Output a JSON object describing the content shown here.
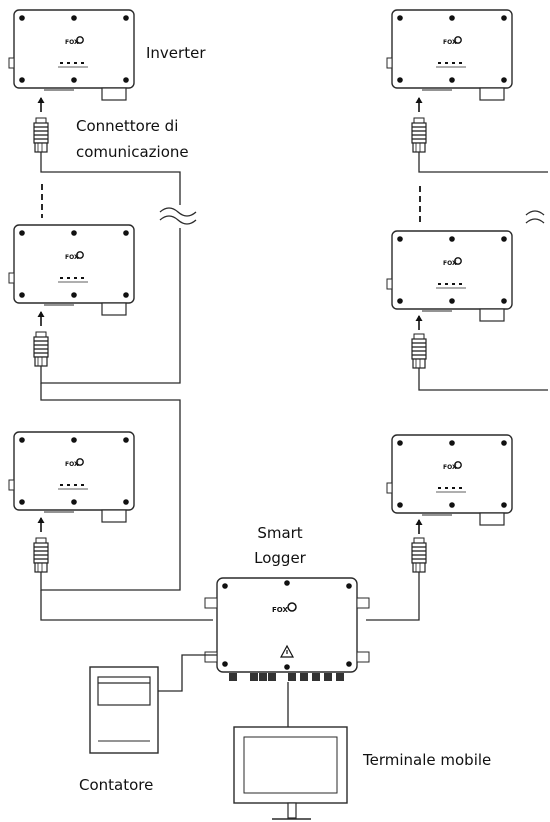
{
  "labels": {
    "inverter": "Inverter",
    "connector_line1": "Connettore di",
    "connector_line2": "comunicazione",
    "logger_line1": "Smart",
    "logger_line2": "Logger",
    "mobile_terminal": "Terminale mobile",
    "meter": "Contatore"
  },
  "device_logo": "FOX",
  "colors": {
    "line": "#2a2a2a",
    "background": "#ffffff"
  },
  "icons": [
    "inverter-icon",
    "connector-icon",
    "smart-logger-icon",
    "warning-icon",
    "meter-icon",
    "monitor-icon",
    "cable-break-icon",
    "up-arrow-icon"
  ]
}
